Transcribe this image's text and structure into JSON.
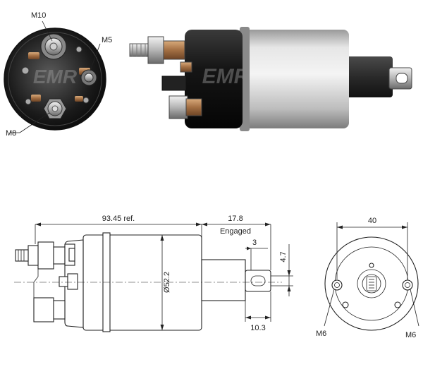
{
  "photo": {
    "end_view_labels": {
      "top_stud": "M10",
      "small_terminal": "M5",
      "bottom_stud": "M8"
    },
    "watermark": "EMR",
    "colors": {
      "body_silver": "#c9c9c9",
      "bakelite": "#1b1b1b",
      "copper": "#b8865a"
    }
  },
  "drawing": {
    "side_view": {
      "total_length": "93.45 ref.",
      "engaged_travel": "17.8",
      "engaged_label": "Engaged",
      "diameter": "Ø52.2",
      "tab_offset": "3",
      "slot_width": "4.7",
      "tab_length": "10.3"
    },
    "end_view": {
      "width": "40",
      "left_thread": "M6",
      "right_thread": "M6"
    }
  }
}
